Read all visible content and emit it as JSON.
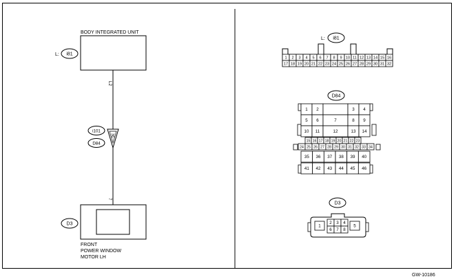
{
  "left_panel": {
    "body_unit": {
      "title": "BODY INTEGRATED UNIT",
      "connector_prefix": "L:",
      "connector_id": "i81"
    },
    "wire_top": "L2",
    "joint": {
      "connector_top": "i101",
      "connector_bottom": "D84",
      "pin": "36"
    },
    "wire_bottom": "7",
    "motor": {
      "connector_id": "D3",
      "label_lines": [
        "FRONT",
        "POWER WINDOW",
        "MOTOR LH"
      ]
    }
  },
  "connectors": {
    "i81": {
      "prefix": "L:",
      "id": "i81",
      "row1": [
        "1",
        "2",
        "3",
        "4",
        "5",
        "6",
        "7",
        "8",
        "9",
        "10",
        "11",
        "12",
        "13",
        "14",
        "15",
        "16"
      ],
      "row2": [
        "17",
        "18",
        "19",
        "20",
        "21",
        "22",
        "23",
        "24",
        "25",
        "26",
        "27",
        "28",
        "29",
        "30",
        "31",
        "32"
      ]
    },
    "d84": {
      "id": "D84",
      "rows": [
        {
          "left": [
            "1",
            "2"
          ],
          "center": "",
          "right": [
            "3",
            "4"
          ]
        },
        {
          "left": [
            "5",
            "6"
          ],
          "center": "7",
          "right": [
            "8",
            "9"
          ]
        },
        {
          "left": [
            "10",
            "11"
          ],
          "center": "12",
          "right": [
            "13",
            "14"
          ]
        },
        {
          "cells": [
            "15",
            "16",
            "17",
            "18",
            "19",
            "20",
            "21",
            "22",
            "23"
          ]
        },
        {
          "cells": [
            "24",
            "25",
            "26",
            "27",
            "28",
            "29",
            "30",
            "31",
            "32",
            "33",
            "34"
          ]
        },
        {
          "cells": [
            "35",
            "36",
            "37",
            "38",
            "39",
            "40"
          ]
        },
        {
          "cells": [
            "41",
            "42",
            "43",
            "44",
            "45",
            "46"
          ]
        }
      ]
    },
    "d3": {
      "id": "D3",
      "top": [
        "2",
        "3",
        "4"
      ],
      "bottom": [
        "6",
        "7",
        "8"
      ],
      "left": "1",
      "right": "5"
    }
  },
  "figure_code": "GW-10186"
}
